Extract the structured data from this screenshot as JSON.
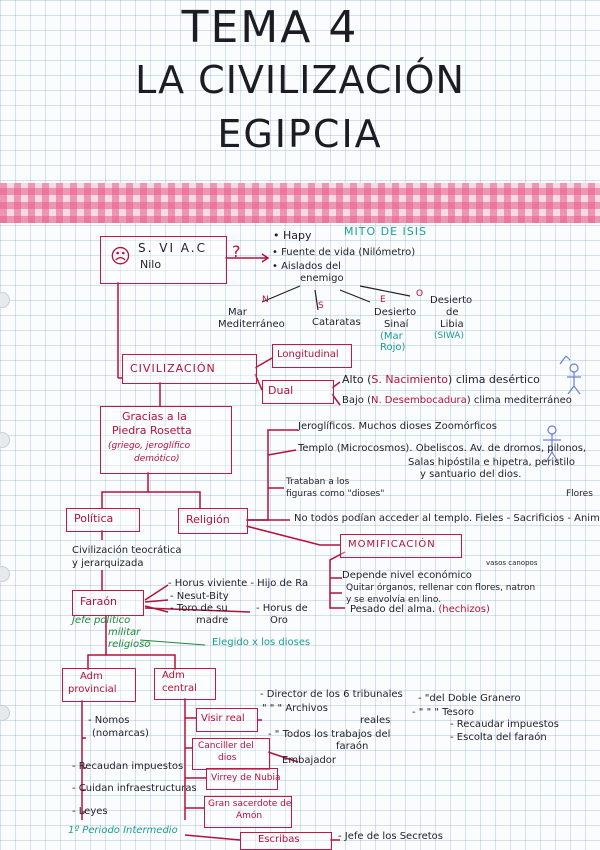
{
  "title": {
    "line1": "TEMA 4",
    "line2": "LA CIVILIZACIÓN",
    "line3": "EGIPCIA"
  },
  "top": {
    "century": "S. VI A.C",
    "river": "Nilo",
    "question_mark": "?",
    "hapy": "• Hapy",
    "mito": "MITO DE ISIS",
    "fuente": "• Fuente de vida (Nilómetro)",
    "aislados1": "• Aislados del",
    "aislados2": "enemigo"
  },
  "directions": {
    "n": "N",
    "s": "S",
    "e": "E",
    "o": "O",
    "mar1": "Mar",
    "mar2": "Mediterráneo",
    "cataratas": "Cataratas",
    "sinai1": "Desierto",
    "sinai2": "Sinaí",
    "sinai3": "(Mar",
    "sinai4": "Rojo)",
    "libia1": "Desierto",
    "libia2": "de",
    "libia3": "Libia",
    "libia4": "(SIWA)"
  },
  "civ": {
    "civilizacion": "CIVILIZACIÓN",
    "longitudinal": "Longitudinal",
    "dual": "Dual",
    "alto_a": "Alto (",
    "alto_b": "S. Nacimiento",
    "alto_c": ") clima desértico",
    "bajo_a": "Bajo (",
    "bajo_b": "N. Desembocadura",
    "bajo_c": ") clima mediterráneo"
  },
  "rosetta": {
    "l1": "Gracias a la",
    "l2": "Piedra Rosetta",
    "l3": "(griego, jeroglífico",
    "l4": "demótico)"
  },
  "religion_notes": {
    "jero": "Jeroglíficos. Muchos dioses Zoomórficos",
    "templo1": "Templo (Microcosmos). Obeliscos. Av. de dromos, pilonos,",
    "templo2": "Salas hipóstila e hipetra, peristilo",
    "templo3": "y santuario del dios.",
    "trataban1": "Trataban a los",
    "trataban2": "figuras como \"dioses\"",
    "flores": "Flores",
    "notodos_a": "No todos podían acceder al templo. Fieles - ",
    "notodos_b": "Sacrificios",
    "notodos_c": " - Anim"
  },
  "mid": {
    "politica": "Política",
    "religion": "Religión",
    "momificacion": "MOMIFICACIÓN",
    "teo1": "Civilización teocrática",
    "teo2": "y jerarquizada",
    "depende": "Depende nivel económico",
    "vasos": "vasos canopos",
    "quitar1": "Quitar órganos, rellenar con flores, natron",
    "quitar2": "y se envolvía en lino.",
    "pesado_a": "Pesado del alma. ",
    "pesado_b": "(hechizos)"
  },
  "farao": {
    "farao": "Faraón",
    "horus1": "- Horus viviente - Hijo de Ra",
    "nesut": "- Nesut-Bity",
    "toro1": "- Toro de su",
    "toro2": "madre",
    "horusoro1": "- Horus de",
    "horusoro2": "Oro",
    "jefe1": "Jefe político",
    "jefe2": "militar",
    "jefe3": "religioso",
    "elegido": "Elegido x los dioses"
  },
  "adm": {
    "prov1": "Adm",
    "prov2": "provincial",
    "cent1": "Adm",
    "cent2": "central",
    "nomos1": "- Nomos",
    "nomos2": "(nomarcas)",
    "recaudan": "- Recaudan impuestos",
    "cuidan": "- Cuidan infraestructuras",
    "leyes": "- Leyes",
    "periodo": "1º Periodo Intermedio",
    "visir": "Visir real",
    "director": "- Director de los 6 tribunales",
    "doble": "- \"del Doble Granero",
    "archivos1": "\" \"  \" Archivos",
    "archivos2": "reales",
    "tesoro": "- \"  \"  \" Tesoro",
    "recaudar": "- Recaudar impuestos",
    "todos1": "- \" Todos los trabajos del",
    "todos2": "faraón",
    "escolta": "- Escolta del faraón",
    "canciller1": "Canciller del",
    "canciller2": "dios",
    "embajador": "Embajador",
    "virrey": "Virrey de Nubia",
    "gran1": "Gran sacerdote de",
    "gran2": "Amón",
    "escribas": "Escribas",
    "jefe_secretos": "- Jefe de los Secretos"
  },
  "colors": {
    "red": "#b3123a",
    "teal": "#1a9e92",
    "green": "#1f8a3a",
    "ink": "#1f1f2a",
    "tape": "#e85c8c"
  }
}
